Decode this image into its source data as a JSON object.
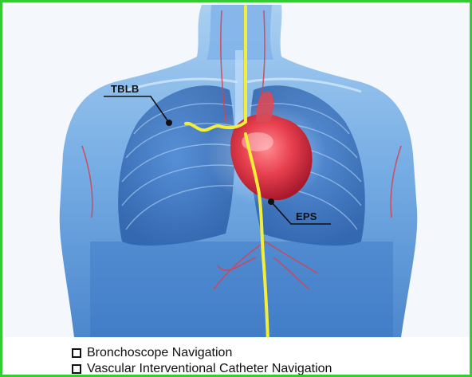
{
  "labels": {
    "tblb": "TBLB",
    "eps": "EPS"
  },
  "legend": {
    "items": [
      {
        "label": "Bronchoscope Navigation",
        "icon": "square-outline-icon"
      },
      {
        "label": "Vascular Interventional Catheter Navigation",
        "icon": "square-outline-icon"
      }
    ]
  },
  "colors": {
    "frame_border": "#33cc33",
    "body": "#4a8fd6",
    "catheter": "#f2ee3a",
    "heart": "#e23c4c"
  }
}
